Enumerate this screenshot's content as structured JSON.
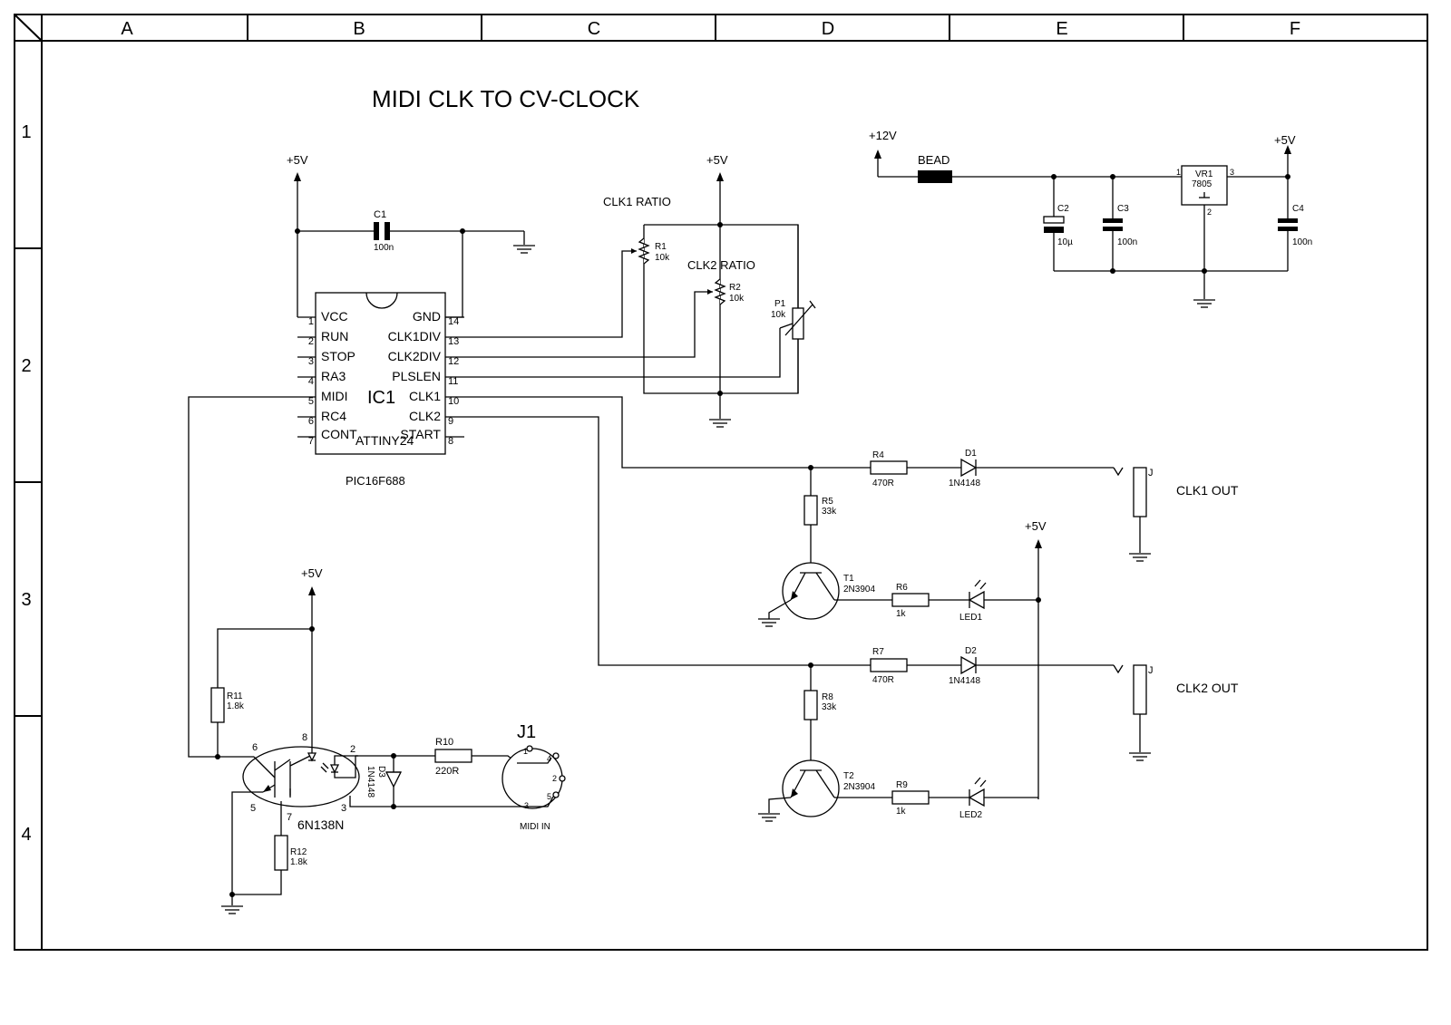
{
  "title": "MIDI CLK TO CV-CLOCK",
  "border": {
    "columns": [
      "A",
      "B",
      "C",
      "D",
      "E",
      "F"
    ],
    "rows": [
      "1",
      "2",
      "3",
      "4"
    ]
  },
  "rails": {
    "plus5": "+5V",
    "plus12": "+12V"
  },
  "ic1": {
    "ref": "IC1",
    "part": "ATTINY24",
    "alt_part": "PIC16F688",
    "left_pins": [
      {
        "num": "1",
        "name": "VCC"
      },
      {
        "num": "2",
        "name": "RUN"
      },
      {
        "num": "3",
        "name": "STOP"
      },
      {
        "num": "4",
        "name": "RA3"
      },
      {
        "num": "5",
        "name": "MIDI"
      },
      {
        "num": "6",
        "name": "RC4"
      },
      {
        "num": "7",
        "name": "CONT"
      }
    ],
    "right_pins": [
      {
        "num": "14",
        "name": "GND"
      },
      {
        "num": "13",
        "name": "CLK1DIV"
      },
      {
        "num": "12",
        "name": "CLK2DIV"
      },
      {
        "num": "11",
        "name": "PLSLEN"
      },
      {
        "num": "10",
        "name": "CLK1"
      },
      {
        "num": "9",
        "name": "CLK2"
      },
      {
        "num": "8",
        "name": "START"
      }
    ]
  },
  "components": {
    "c1": {
      "ref": "C1",
      "value": "100n"
    },
    "c2": {
      "ref": "C2",
      "value": "10µ"
    },
    "c3": {
      "ref": "C3",
      "value": "100n"
    },
    "c4": {
      "ref": "C4",
      "value": "100n"
    },
    "bead": {
      "ref": "BEAD"
    },
    "vr1": {
      "ref": "VR1",
      "value": "7805",
      "pin_in": "1",
      "pin_gnd": "2",
      "pin_out": "3"
    },
    "r1": {
      "ref": "R1",
      "value": "10k",
      "label": "CLK1 RATIO"
    },
    "r2": {
      "ref": "R2",
      "value": "10k",
      "label": "CLK2 RATIO"
    },
    "p1": {
      "ref": "P1",
      "value": "10k"
    },
    "r4": {
      "ref": "R4",
      "value": "470R"
    },
    "r5": {
      "ref": "R5",
      "value": "33k"
    },
    "r6": {
      "ref": "R6",
      "value": "1k"
    },
    "r7": {
      "ref": "R7",
      "value": "470R"
    },
    "r8": {
      "ref": "R8",
      "value": "33k"
    },
    "r9": {
      "ref": "R9",
      "value": "1k"
    },
    "r10": {
      "ref": "R10",
      "value": "220R"
    },
    "r11": {
      "ref": "R11",
      "value": "1.8k"
    },
    "r12": {
      "ref": "R12",
      "value": "1.8k"
    },
    "d1": {
      "ref": "D1",
      "value": "1N4148"
    },
    "d2": {
      "ref": "D2",
      "value": "1N4148"
    },
    "d3": {
      "ref": "D3",
      "value": "1N4148"
    },
    "led1": {
      "ref": "LED1"
    },
    "led2": {
      "ref": "LED2"
    },
    "t1": {
      "ref": "T1",
      "value": "2N3904"
    },
    "t2": {
      "ref": "T2",
      "value": "2N3904"
    },
    "opto": {
      "value": "6N138N",
      "pins": {
        "p2": "2",
        "p3": "3",
        "p5": "5",
        "p6": "6",
        "p7": "7",
        "p8": "8"
      }
    },
    "j1": {
      "ref": "J1",
      "label": "MIDI IN",
      "pins": {
        "p1": "1",
        "p4": "4",
        "p2": "2",
        "p3": "3",
        "p5": "5"
      }
    }
  },
  "outputs": {
    "clk1": {
      "jack": "J",
      "label": "CLK1 OUT"
    },
    "clk2": {
      "jack": "J",
      "label": "CLK2 OUT"
    }
  }
}
